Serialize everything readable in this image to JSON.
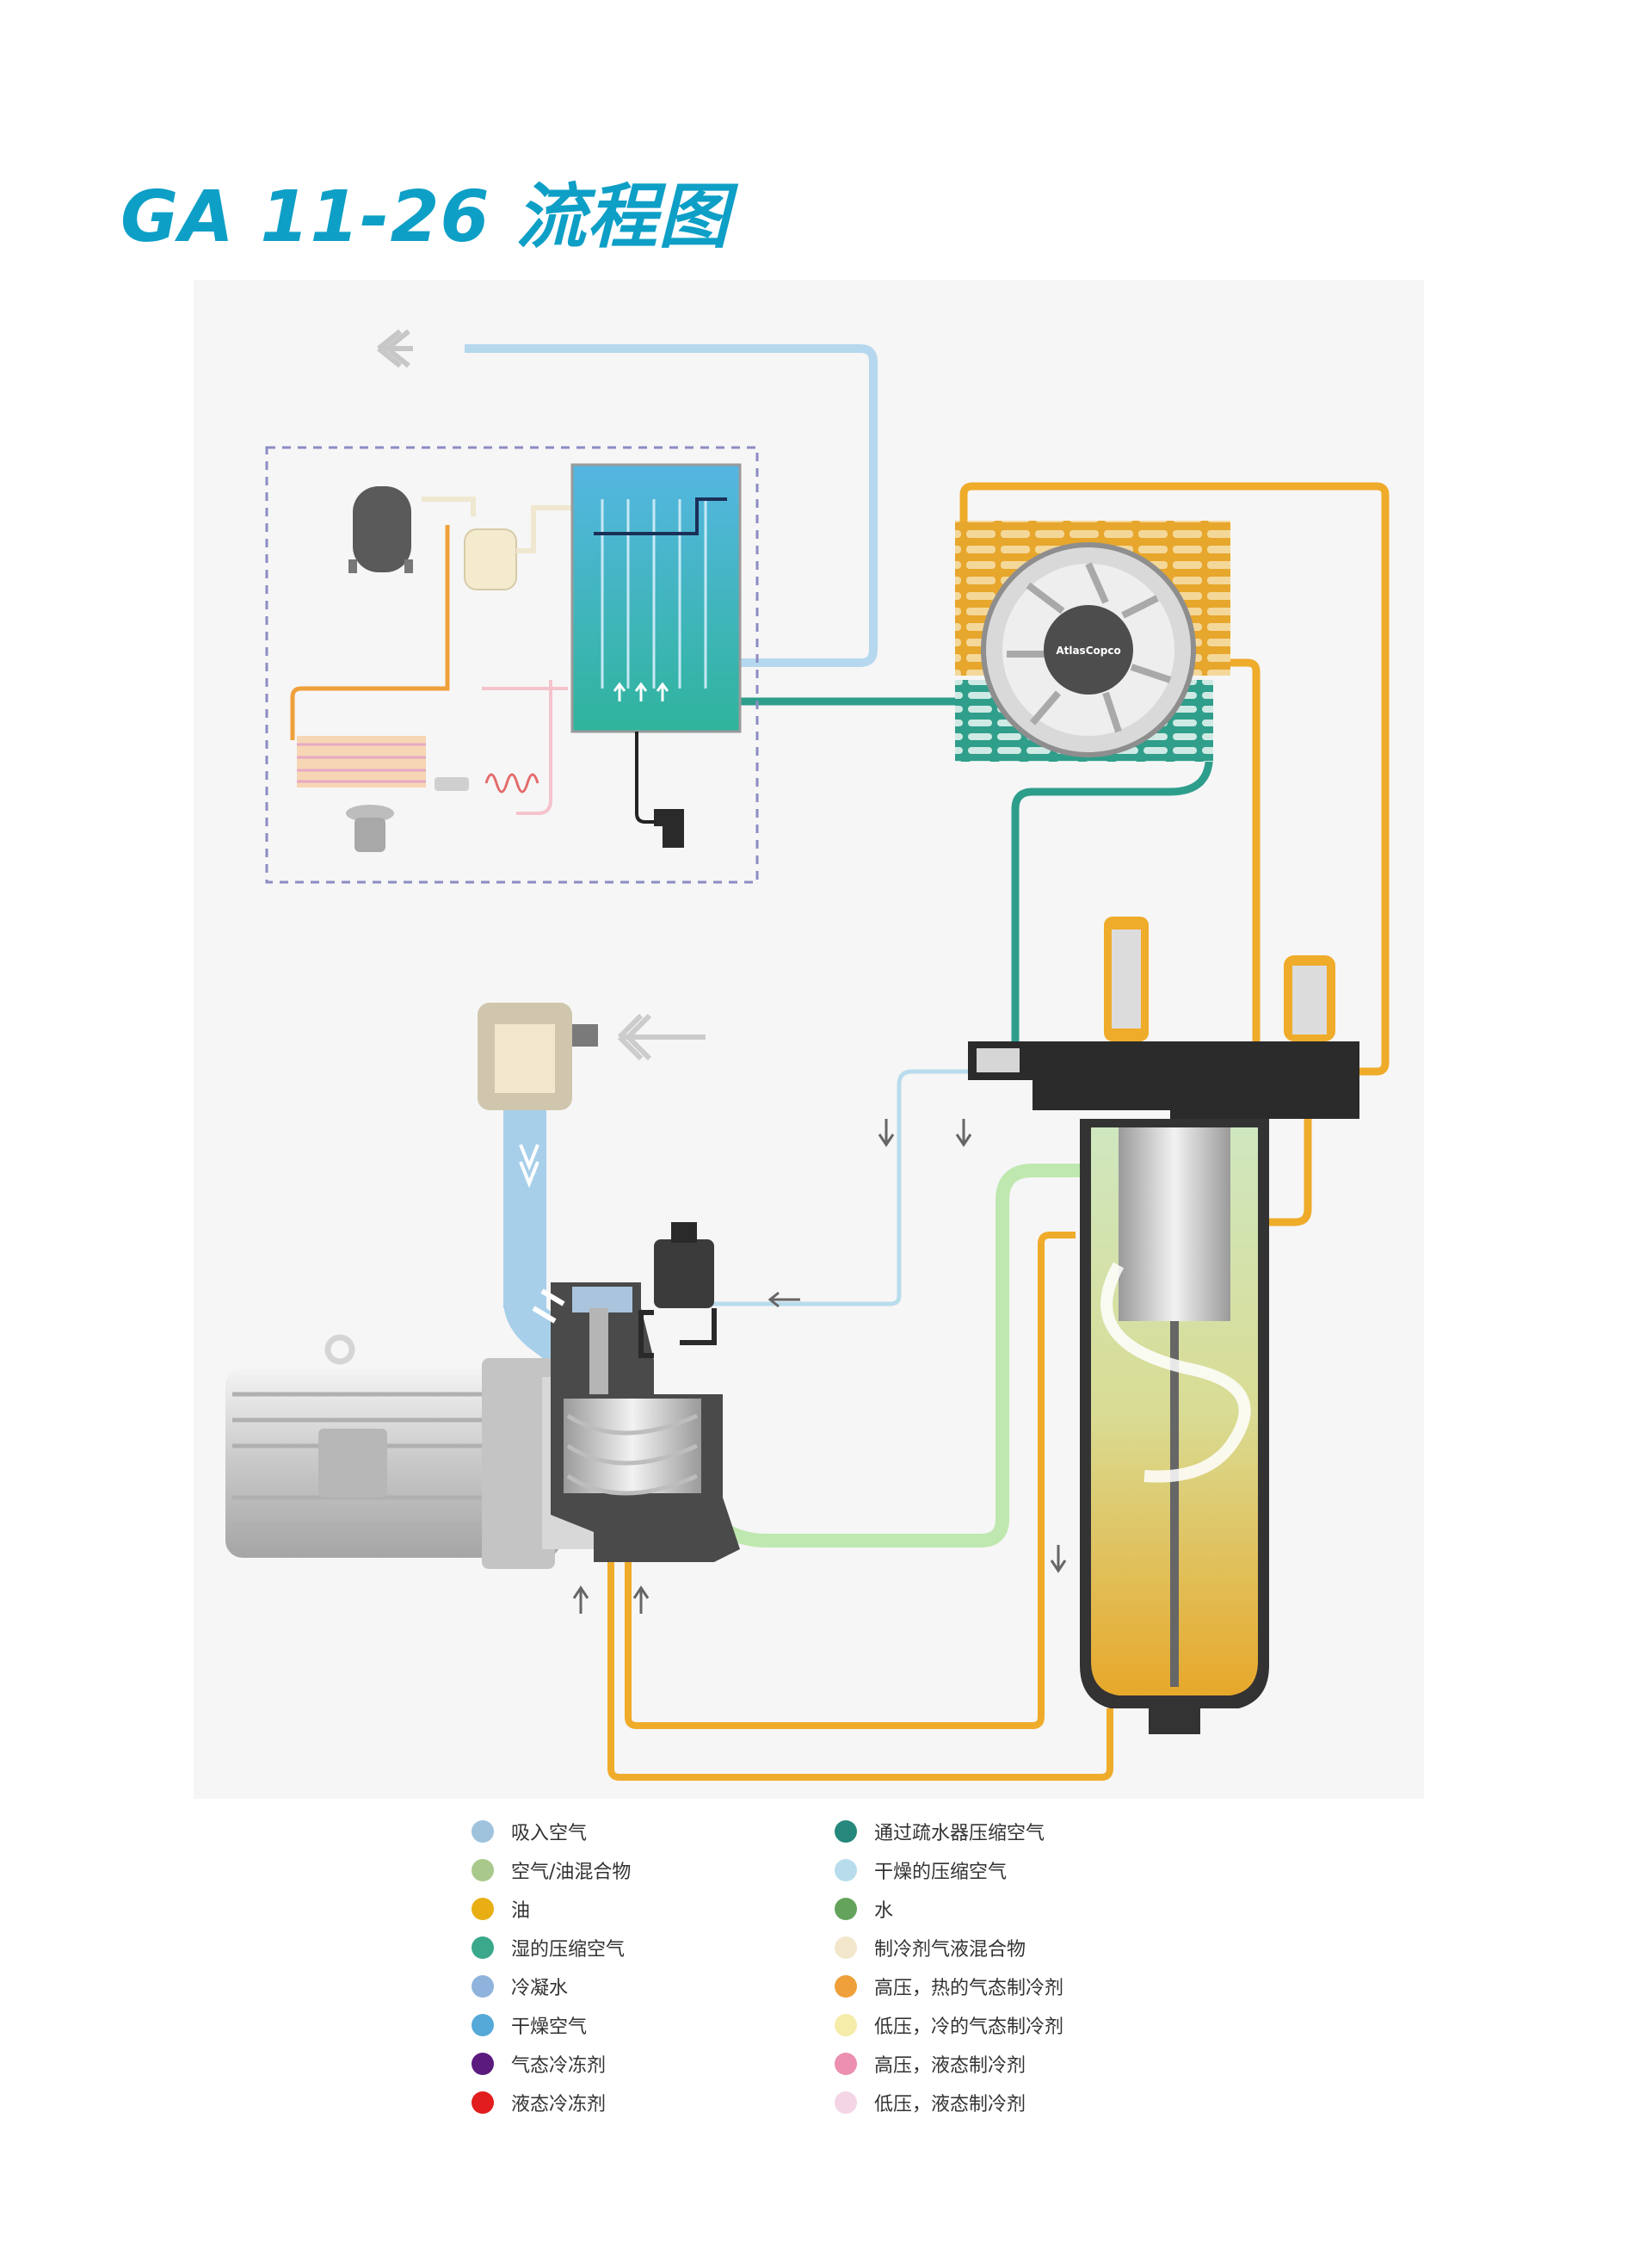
{
  "title": "GA 11-26 流程图",
  "diagram": {
    "logo_text": "AtlasCopco"
  },
  "legend": {
    "left": [
      {
        "label": "吸入空气",
        "color": "#9fc3dd"
      },
      {
        "label": "空气/油混合物",
        "color": "#a9c98c"
      },
      {
        "label": "油",
        "color": "#e8ae14"
      },
      {
        "label": "湿的压缩空气",
        "color": "#3aa88a"
      },
      {
        "label": "冷凝水",
        "color": "#8fb3dc"
      },
      {
        "label": "干燥空气",
        "color": "#55a9d8"
      },
      {
        "label": "气态冷冻剂",
        "color": "#5b1b7e"
      },
      {
        "label": "液态冷冻剂",
        "color": "#e11d1d"
      }
    ],
    "right": [
      {
        "label": "通过疏水器压缩空气",
        "color": "#26887c"
      },
      {
        "label": "干燥的压缩空气",
        "color": "#b8dcec"
      },
      {
        "label": "水",
        "color": "#64a35c"
      },
      {
        "label": "制冷剂气液混合物",
        "color": "#f2e6cc"
      },
      {
        "label": "高压，热的气态制冷剂",
        "color": "#efa03a"
      },
      {
        "label": "低压，冷的气态制冷剂",
        "color": "#f6ecaa"
      },
      {
        "label": "高压，液态制冷剂",
        "color": "#ec8fb1"
      },
      {
        "label": "低压，液态制冷剂",
        "color": "#f3d5e6"
      }
    ]
  }
}
